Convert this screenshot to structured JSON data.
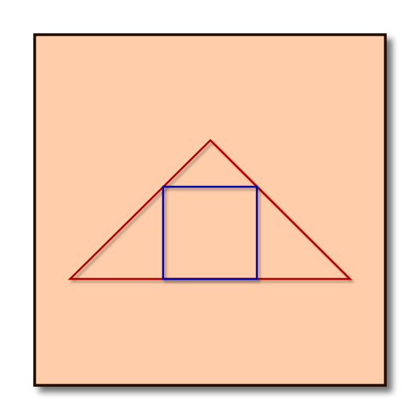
{
  "diagram": {
    "colors": {
      "background": "#ffffff",
      "panel_fill": "#ffcdaa",
      "panel_border": "#1e0e06",
      "triangle_stroke": "#b00000",
      "square_stroke": "#0000aa",
      "shadow": "#000000"
    },
    "shapes": [
      {
        "name": "background-panel",
        "kind": "square"
      },
      {
        "name": "outer-triangle",
        "kind": "isosceles-right-triangle"
      },
      {
        "name": "inscribed-square",
        "kind": "square",
        "inscribed_in": "outer-triangle"
      }
    ]
  }
}
